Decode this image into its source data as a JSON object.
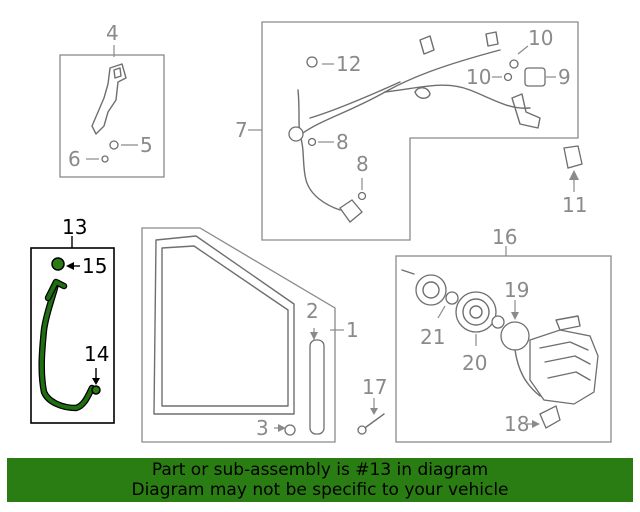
{
  "diagram": {
    "highlight_color": "#2a7d12",
    "callouts": {
      "c1": "1",
      "c2": "2",
      "c3": "3",
      "c4": "4",
      "c5": "5",
      "c6": "6",
      "c7": "7",
      "c8a": "8",
      "c8b": "8",
      "c9": "9",
      "c10a": "10",
      "c10b": "10",
      "c11": "11",
      "c12": "12",
      "c13": "13",
      "c14": "14",
      "c15": "15",
      "c16": "16",
      "c17": "17",
      "c18": "18",
      "c19": "19",
      "c20": "20",
      "c21": "21"
    }
  },
  "banner": {
    "line1": "Part or sub-assembly is #13 in diagram",
    "line2": "Diagram may not be specific to your vehicle",
    "background": "#2a7d12"
  }
}
